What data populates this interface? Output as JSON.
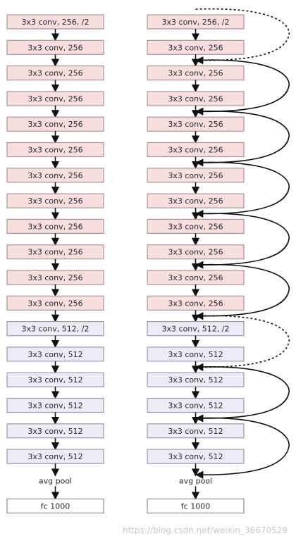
{
  "columns": [
    {
      "id": "plain",
      "layers": [
        {
          "label": "3x3 conv, 256, /2",
          "group": "256"
        },
        {
          "label": "3x3 conv, 256",
          "group": "256"
        },
        {
          "label": "3x3 conv, 256",
          "group": "256"
        },
        {
          "label": "3x3 conv, 256",
          "group": "256"
        },
        {
          "label": "3x3 conv, 256",
          "group": "256"
        },
        {
          "label": "3x3 conv, 256",
          "group": "256"
        },
        {
          "label": "3x3 conv, 256",
          "group": "256"
        },
        {
          "label": "3x3 conv, 256",
          "group": "256"
        },
        {
          "label": "3x3 conv, 256",
          "group": "256"
        },
        {
          "label": "3x3 conv, 256",
          "group": "256"
        },
        {
          "label": "3x3 conv, 256",
          "group": "256"
        },
        {
          "label": "3x3 conv, 256",
          "group": "256"
        },
        {
          "label": "3x3 conv, 512, /2",
          "group": "512"
        },
        {
          "label": "3x3 conv, 512",
          "group": "512"
        },
        {
          "label": "3x3 conv, 512",
          "group": "512"
        },
        {
          "label": "3x3 conv, 512",
          "group": "512"
        },
        {
          "label": "3x3 conv, 512",
          "group": "512"
        },
        {
          "label": "3x3 conv, 512",
          "group": "512"
        }
      ],
      "pool_label": "avg pool",
      "fc_label": "fc 1000"
    },
    {
      "id": "residual",
      "layers": [
        {
          "label": "3x3 conv, 256, /2",
          "group": "256"
        },
        {
          "label": "3x3 conv, 256",
          "group": "256"
        },
        {
          "label": "3x3 conv, 256",
          "group": "256"
        },
        {
          "label": "3x3 conv, 256",
          "group": "256"
        },
        {
          "label": "3x3 conv, 256",
          "group": "256"
        },
        {
          "label": "3x3 conv, 256",
          "group": "256"
        },
        {
          "label": "3x3 conv, 256",
          "group": "256"
        },
        {
          "label": "3x3 conv, 256",
          "group": "256"
        },
        {
          "label": "3x3 conv, 256",
          "group": "256"
        },
        {
          "label": "3x3 conv, 256",
          "group": "256"
        },
        {
          "label": "3x3 conv, 256",
          "group": "256"
        },
        {
          "label": "3x3 conv, 256",
          "group": "256"
        },
        {
          "label": "3x3 conv, 512, /2",
          "group": "512"
        },
        {
          "label": "3x3 conv, 512",
          "group": "512"
        },
        {
          "label": "3x3 conv, 512",
          "group": "512"
        },
        {
          "label": "3x3 conv, 512",
          "group": "512"
        },
        {
          "label": "3x3 conv, 512",
          "group": "512"
        },
        {
          "label": "3x3 conv, 512",
          "group": "512"
        }
      ],
      "pool_label": "avg pool",
      "fc_label": "fc 1000",
      "shortcuts": [
        {
          "from": 0,
          "to": 2,
          "style": "dashed"
        },
        {
          "from": 2,
          "to": 4,
          "style": "solid"
        },
        {
          "from": 4,
          "to": 6,
          "style": "solid"
        },
        {
          "from": 6,
          "to": 8,
          "style": "solid"
        },
        {
          "from": 8,
          "to": 10,
          "style": "solid"
        },
        {
          "from": 10,
          "to": 12,
          "style": "solid"
        },
        {
          "from": 12,
          "to": 14,
          "style": "dashed"
        },
        {
          "from": 14,
          "to": 16,
          "style": "solid"
        },
        {
          "from": 16,
          "to": 18,
          "style": "solid"
        }
      ]
    }
  ],
  "colors": {
    "group_256_fill": "#f8dede",
    "group_256_stroke": "#a89696",
    "group_512_fill": "#eeeaf6",
    "group_512_stroke": "#9d98aa",
    "fc_fill": "#ffffff",
    "fc_stroke": "#8c8c8c",
    "arrow": "#111111"
  },
  "watermark": "https://blog.csdn.net/weixin_36670529"
}
